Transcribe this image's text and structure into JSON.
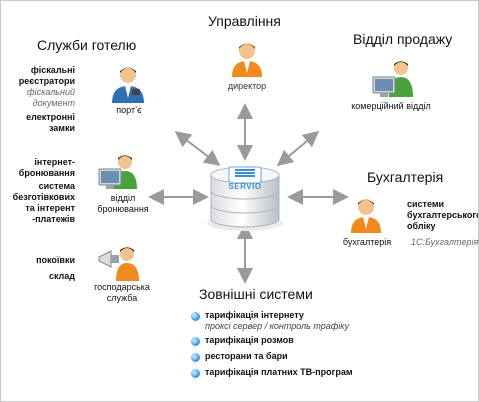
{
  "hub": {
    "logo_text": "SERVIO"
  },
  "sections": {
    "hotel_services": {
      "title": "Служби готелю",
      "groups": [
        {
          "items": [
            "фіскальні",
            "реєстратори"
          ],
          "note": [
            "фіскальний",
            "документ"
          ],
          "items2": [
            "електронні",
            "замки"
          ],
          "role": "портʼє"
        },
        {
          "items": [
            "інтернет-",
            "бронювання"
          ],
          "items2": [
            "система",
            "безготівкових",
            "та інтерент",
            "-платежів"
          ],
          "role": [
            "відділ",
            "бронювання"
          ]
        },
        {
          "items": [
            "покоївки"
          ],
          "items2": [
            "склад"
          ],
          "role": [
            "господарська",
            "служба"
          ]
        }
      ]
    },
    "management": {
      "title": "Управління",
      "role": "директор"
    },
    "sales": {
      "title": "Відділ продажу",
      "role": "комерційний відділ"
    },
    "accounting": {
      "title": "Бухгалтерія",
      "role": "бухгалтерія",
      "systems": [
        "системи",
        "бухгалтерського",
        "обліку"
      ],
      "note": "1С:Бухгалтерія"
    },
    "external": {
      "title": "Зовнішні системи",
      "items": [
        {
          "label": "тарифікація інтернету",
          "sub": "проксі сервер / контроль трафіку"
        },
        {
          "label": "тарифікація розмов"
        },
        {
          "label": "ресторани та бари"
        },
        {
          "label": "тарифікація платних ТВ-програм"
        }
      ]
    }
  },
  "colors": {
    "arrow": "#9a9a9a",
    "person_orange": "#f08a1c",
    "person_green": "#4aa23a",
    "skin": "#f2c38f",
    "hub_blue": "#3a8fd8",
    "bullet": "#3aa0e6"
  },
  "icons": [
    "database-hub-icon",
    "person-orange-icon",
    "person-green-icon",
    "computer-monitor-icon",
    "loudspeaker-icon",
    "bullet-icon"
  ]
}
